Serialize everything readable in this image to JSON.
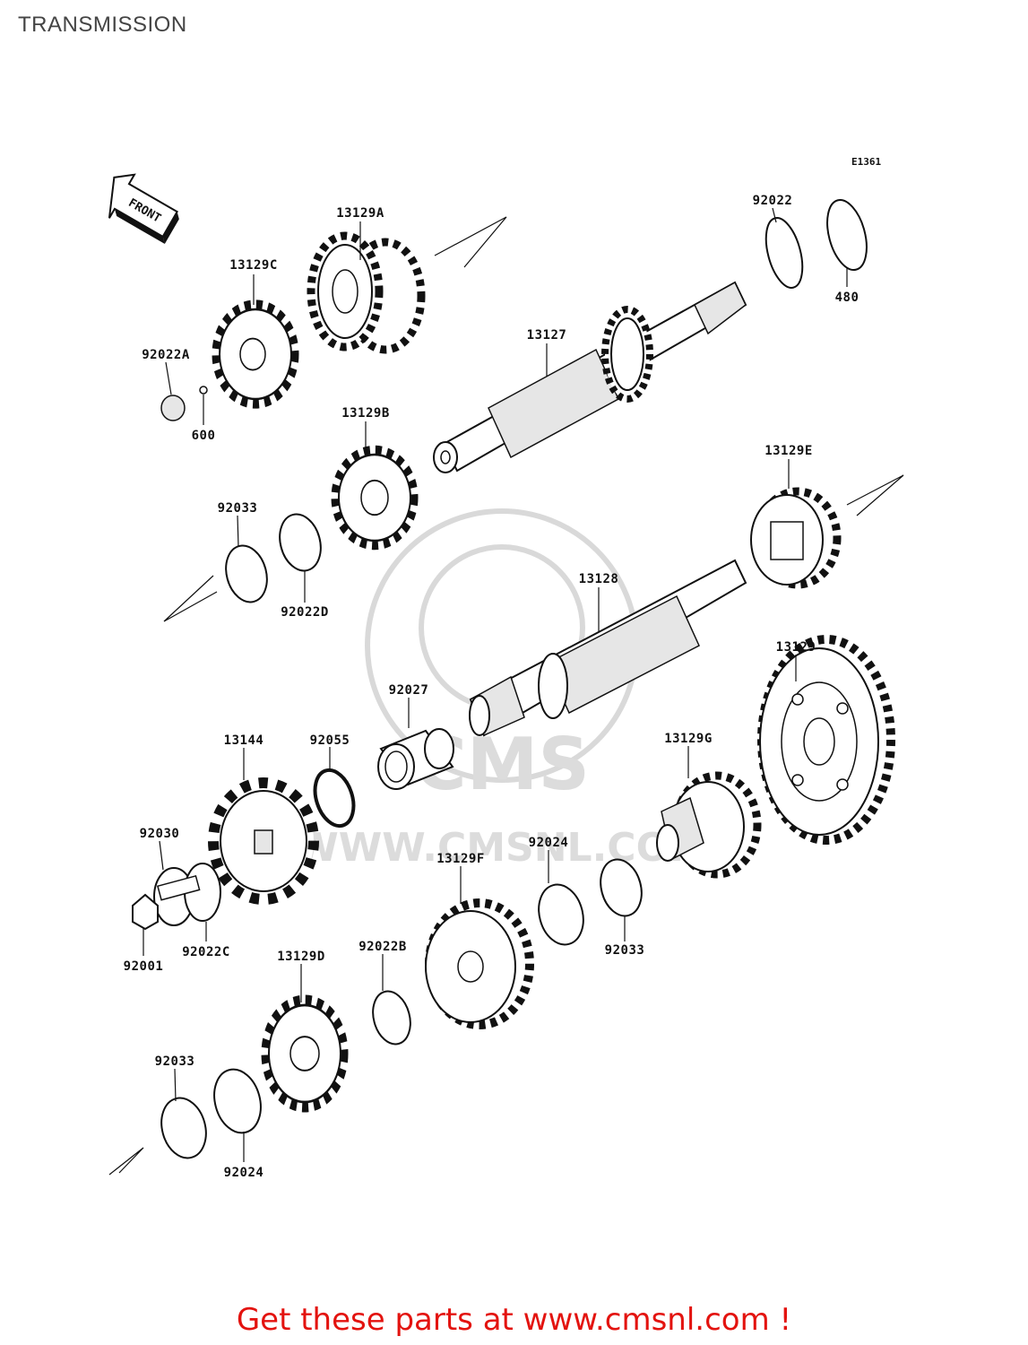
{
  "title": "TRANSMISSION",
  "diagram_code": "E1361",
  "front_marker": "FRONT",
  "watermark": {
    "brand": "CMS",
    "url": "WWW.CMSNL.COM"
  },
  "labels": {
    "p13129A": "13129A",
    "p92022": "92022",
    "p480": "480",
    "p13129C": "13129C",
    "p13127": "13127",
    "p92022A": "92022A",
    "p600": "600",
    "p13129B": "13129B",
    "p13129E": "13129E",
    "p92033a": "92033",
    "p92022D": "92022D",
    "p13128": "13128",
    "p13129": "13129",
    "p92027": "92027",
    "p13144": "13144",
    "p92055": "92055",
    "p13129G": "13129G",
    "p92030": "92030",
    "p92024a": "92024",
    "p13129F": "13129F",
    "p92033b": "92033",
    "p92001": "92001",
    "p92022C": "92022C",
    "p13129D": "13129D",
    "p92022B": "92022B",
    "p92033c": "92033",
    "p92024b": "92024"
  },
  "footer_link": "Get these parts at www.cmsnl.com !",
  "colors": {
    "link": "#e3130f",
    "title": "#444444",
    "watermark": "#d9d9d9"
  }
}
